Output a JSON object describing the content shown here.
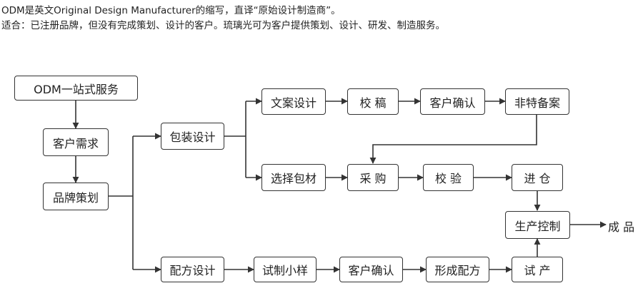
{
  "intro": {
    "line1": "ODM是英文Original Design Manufacturer的缩写，直译“原始设计制造商”。",
    "line2": "适合：已注册品牌，但没有完成策划、设计的客户。琉璃光可为客户提供策划、设计、研发、制造服务。"
  },
  "flow": {
    "odm_service": "ODM一站式服务",
    "customer_needs": "客户需求",
    "brand_planning": "品牌策划",
    "packaging_design": "包装设计",
    "formula_design": "配方设计",
    "copy_design": "文案设计",
    "proofread": "校 稿",
    "customer_confirm_1": "客户确认",
    "non_special_filing": "非特备案",
    "select_materials": "选择包材",
    "purchase": "采 购",
    "inspect": "校 验",
    "warehouse_in": "进 仓",
    "production_control": "生产控制",
    "finished_product": "成 品",
    "trial_sample": "试制小样",
    "customer_confirm_2": "客户确认",
    "form_formula": "形成配方",
    "trial_production": "试 产"
  },
  "colors": {
    "line": "#333333",
    "box_border": "#333333",
    "text": "#222222",
    "background": "#ffffff"
  }
}
